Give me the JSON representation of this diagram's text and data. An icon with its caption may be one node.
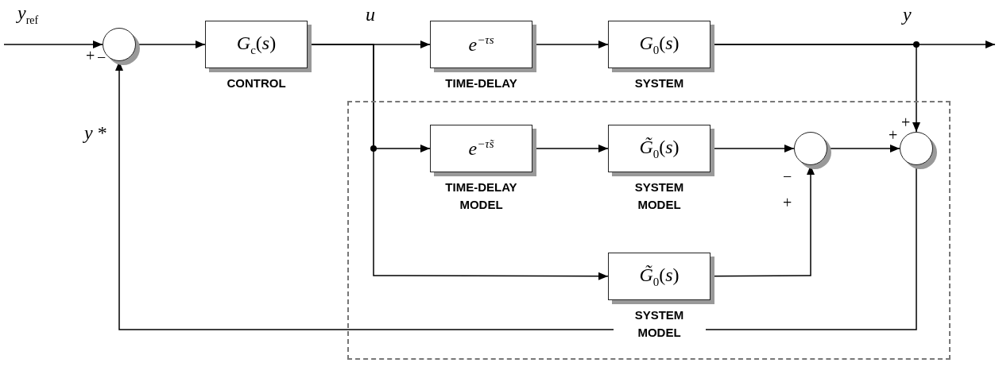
{
  "diagram": {
    "nodes": [
      {
        "text": [],
        "shape": "circle"
      },
      {
        "text": [
          "*G*$_{c}$(*s*)"
        ],
        "beside": [
          "CONTROL"
        ]
      },
      {
        "text": [
          "*e*$^{−τs}$"
        ],
        "beside": [
          "TIME-DELAY"
        ]
      },
      {
        "text": [
          "*G*$_{0}$(*s*)"
        ],
        "beside": [
          "SYSTEM"
        ]
      },
      {
        "text": [],
        "shape": "box"
      },
      {
        "text": [
          "*e*$^{−τ̃s}$"
        ],
        "in": 4,
        "beside": [
          "TIME-DELAY MODEL"
        ]
      },
      {
        "text": [
          "*G̃*$_{0}$(*s*)"
        ],
        "in": 4,
        "beside": [
          "SYSTEM MODEL"
        ]
      },
      {
        "text": [],
        "shape": "circle",
        "in": 4
      },
      {
        "text": [],
        "shape": "circle",
        "in": 4
      },
      {
        "text": [
          "*G̃*$_{0}$(*s*)"
        ],
        "in": 4,
        "beside": [
          "SYSTEM MODEL"
        ]
      }
    ],
    "edges": [
      {
        "from": null,
        "to": 0,
        "arrow": "to"
      },
      {
        "from": 0,
        "to": 1,
        "arrow": "to"
      },
      {
        "from": 1,
        "to": 2,
        "arrow": "to"
      },
      {
        "from": 1,
        "to": 5,
        "arrow": "to"
      },
      {
        "from": 1,
        "to": 9,
        "arrow": "to"
      },
      {
        "from": 2,
        "to": 3,
        "arrow": "to"
      },
      {
        "from": 3,
        "to": null,
        "arrow": "to"
      },
      {
        "from": 3,
        "to": 8,
        "arrow": "to"
      },
      {
        "from": 5,
        "to": 6,
        "arrow": "to"
      },
      {
        "from": 6,
        "to": 7,
        "arrow": "to"
      },
      {
        "from": 9,
        "to": 7,
        "arrow": "to"
      },
      {
        "from": 7,
        "to": 8,
        "arrow": "to"
      },
      {
        "from": 8,
        "to": 0,
        "arrow": "to"
      }
    ],
    "labels": [
      "*y*$_{ref}$",
      "*u*",
      "*y*",
      "+",
      "−",
      "*y* *",
      "+",
      "+",
      "−",
      "+"
    ]
  }
}
